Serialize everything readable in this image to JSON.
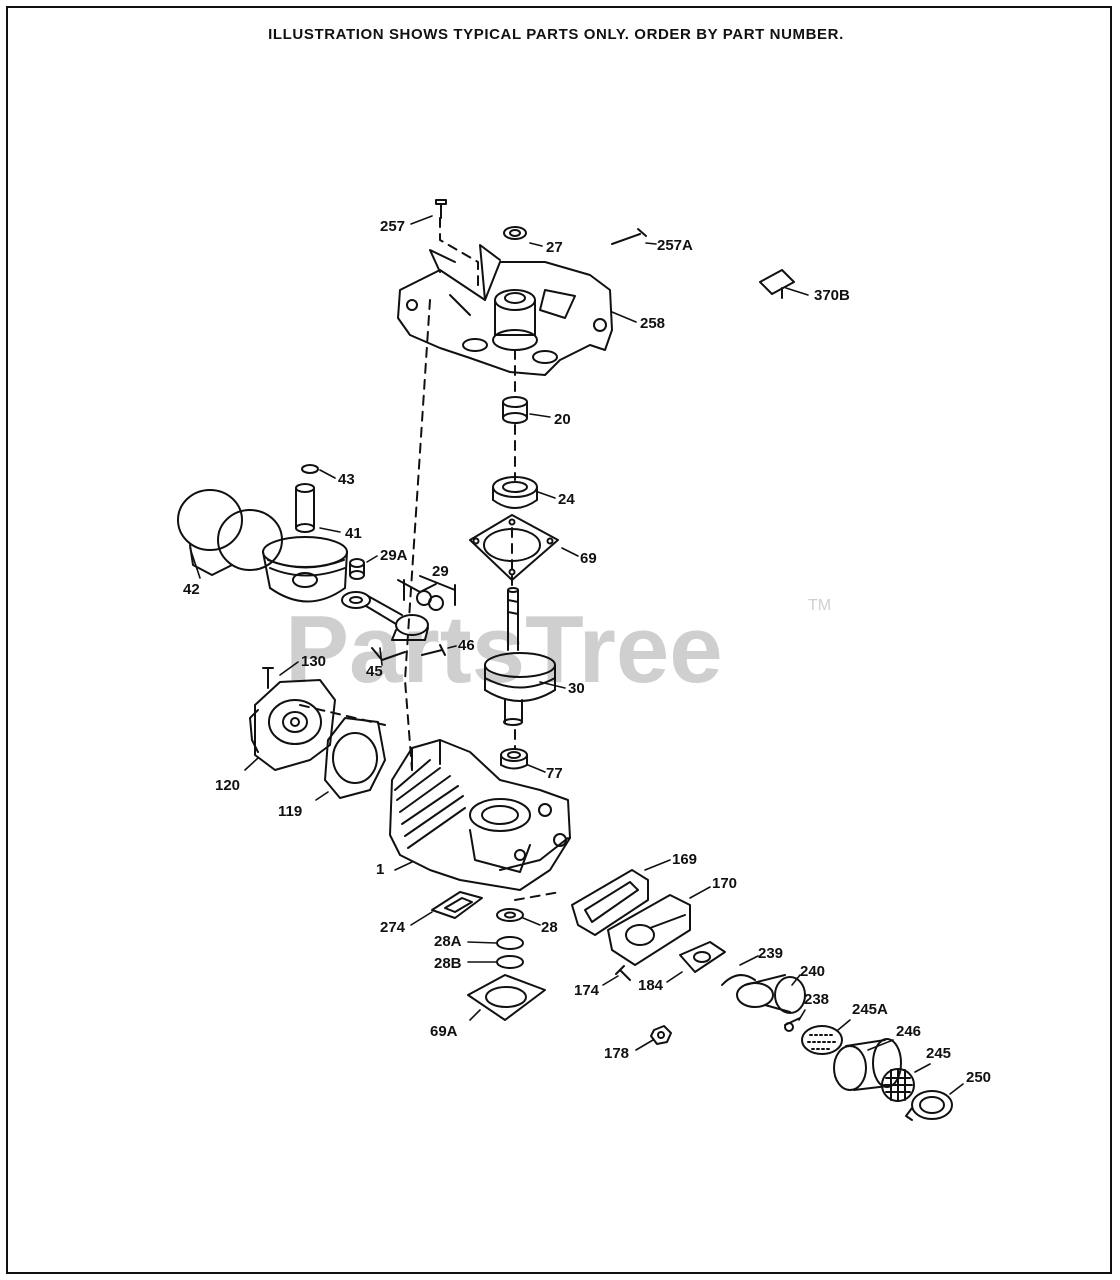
{
  "header": {
    "text": "ILLUSTRATION SHOWS TYPICAL PARTS ONLY. ORDER BY PART NUMBER."
  },
  "watermark": {
    "text": "PartsTree",
    "tm": "TM"
  },
  "colors": {
    "ink": "#111111",
    "watermark": "#cfcfcf"
  },
  "labels": {
    "l257": "257",
    "l27": "27",
    "l257A": "257A",
    "l370B": "370B",
    "l258": "258",
    "l20": "20",
    "l43": "43",
    "l24": "24",
    "l41": "41",
    "l29A": "29A",
    "l69": "69",
    "l29": "29",
    "l42": "42",
    "l46": "46",
    "l45": "45",
    "l130": "130",
    "l30": "30",
    "l120": "120",
    "l77": "77",
    "l119": "119",
    "l169": "169",
    "l1": "1",
    "l170": "170",
    "l274": "274",
    "l28": "28",
    "l28A": "28A",
    "l239": "239",
    "l28B": "28B",
    "l240": "240",
    "l174": "174",
    "l184": "184",
    "l238": "238",
    "l245A": "245A",
    "l69A": "69A",
    "l246": "246",
    "l178": "178",
    "l245": "245",
    "l250": "250"
  }
}
